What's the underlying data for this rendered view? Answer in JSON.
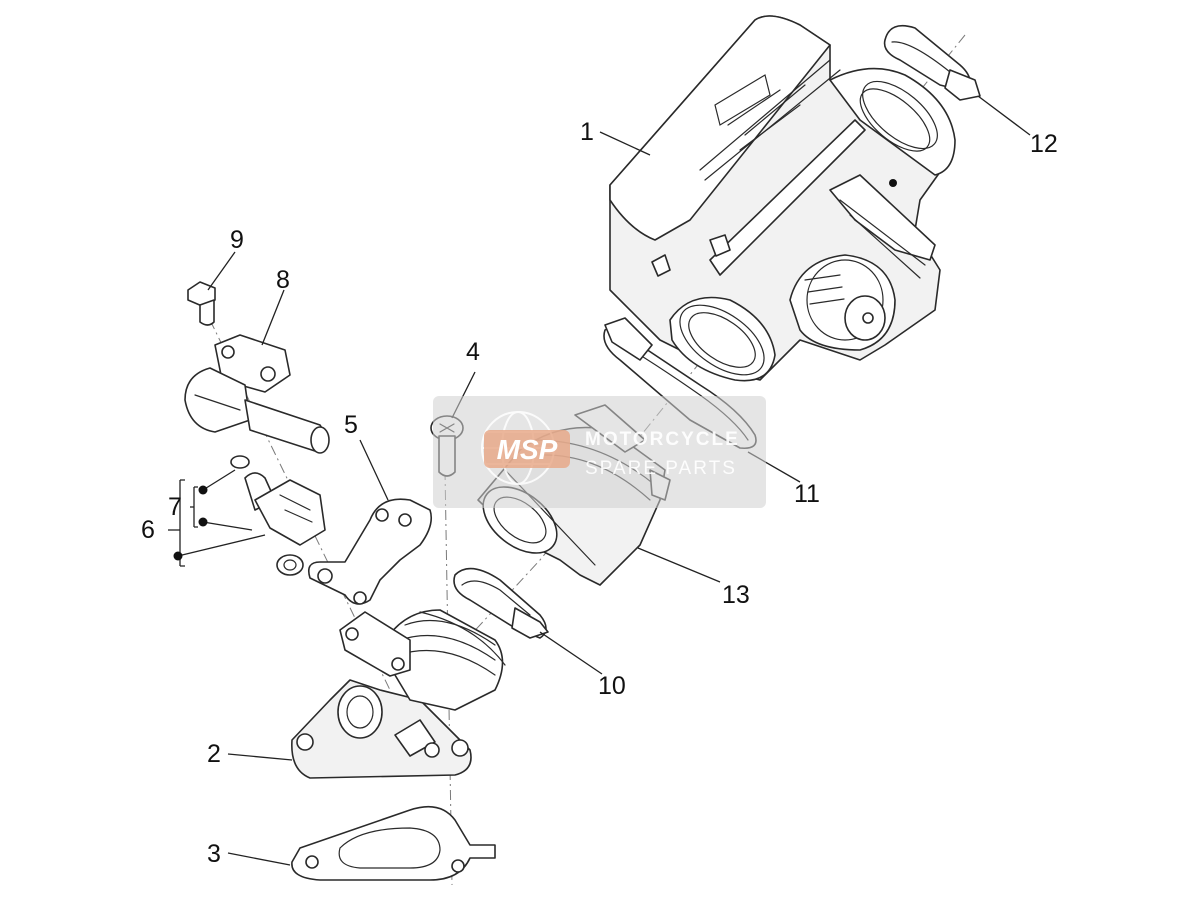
{
  "diagram": {
    "callouts": [
      {
        "id": "1",
        "label": "1"
      },
      {
        "id": "2",
        "label": "2"
      },
      {
        "id": "3",
        "label": "3"
      },
      {
        "id": "4",
        "label": "4"
      },
      {
        "id": "5",
        "label": "5"
      },
      {
        "id": "6",
        "label": "6"
      },
      {
        "id": "7",
        "label": "7"
      },
      {
        "id": "8",
        "label": "8"
      },
      {
        "id": "9",
        "label": "9"
      },
      {
        "id": "10",
        "label": "10"
      },
      {
        "id": "11",
        "label": "11"
      },
      {
        "id": "12",
        "label": "12"
      },
      {
        "id": "13",
        "label": "13"
      }
    ]
  },
  "watermark": {
    "logo": "MSP",
    "line1": "MOTORCYCLE",
    "line2": "SPARE PARTS",
    "colors": {
      "panel": "#cfcfcf",
      "logo": "#e8a98a",
      "text": "#ffffff"
    }
  },
  "colors": {
    "line": "#2a2a2a",
    "axis": "#7a7a7a",
    "background": "#ffffff"
  }
}
